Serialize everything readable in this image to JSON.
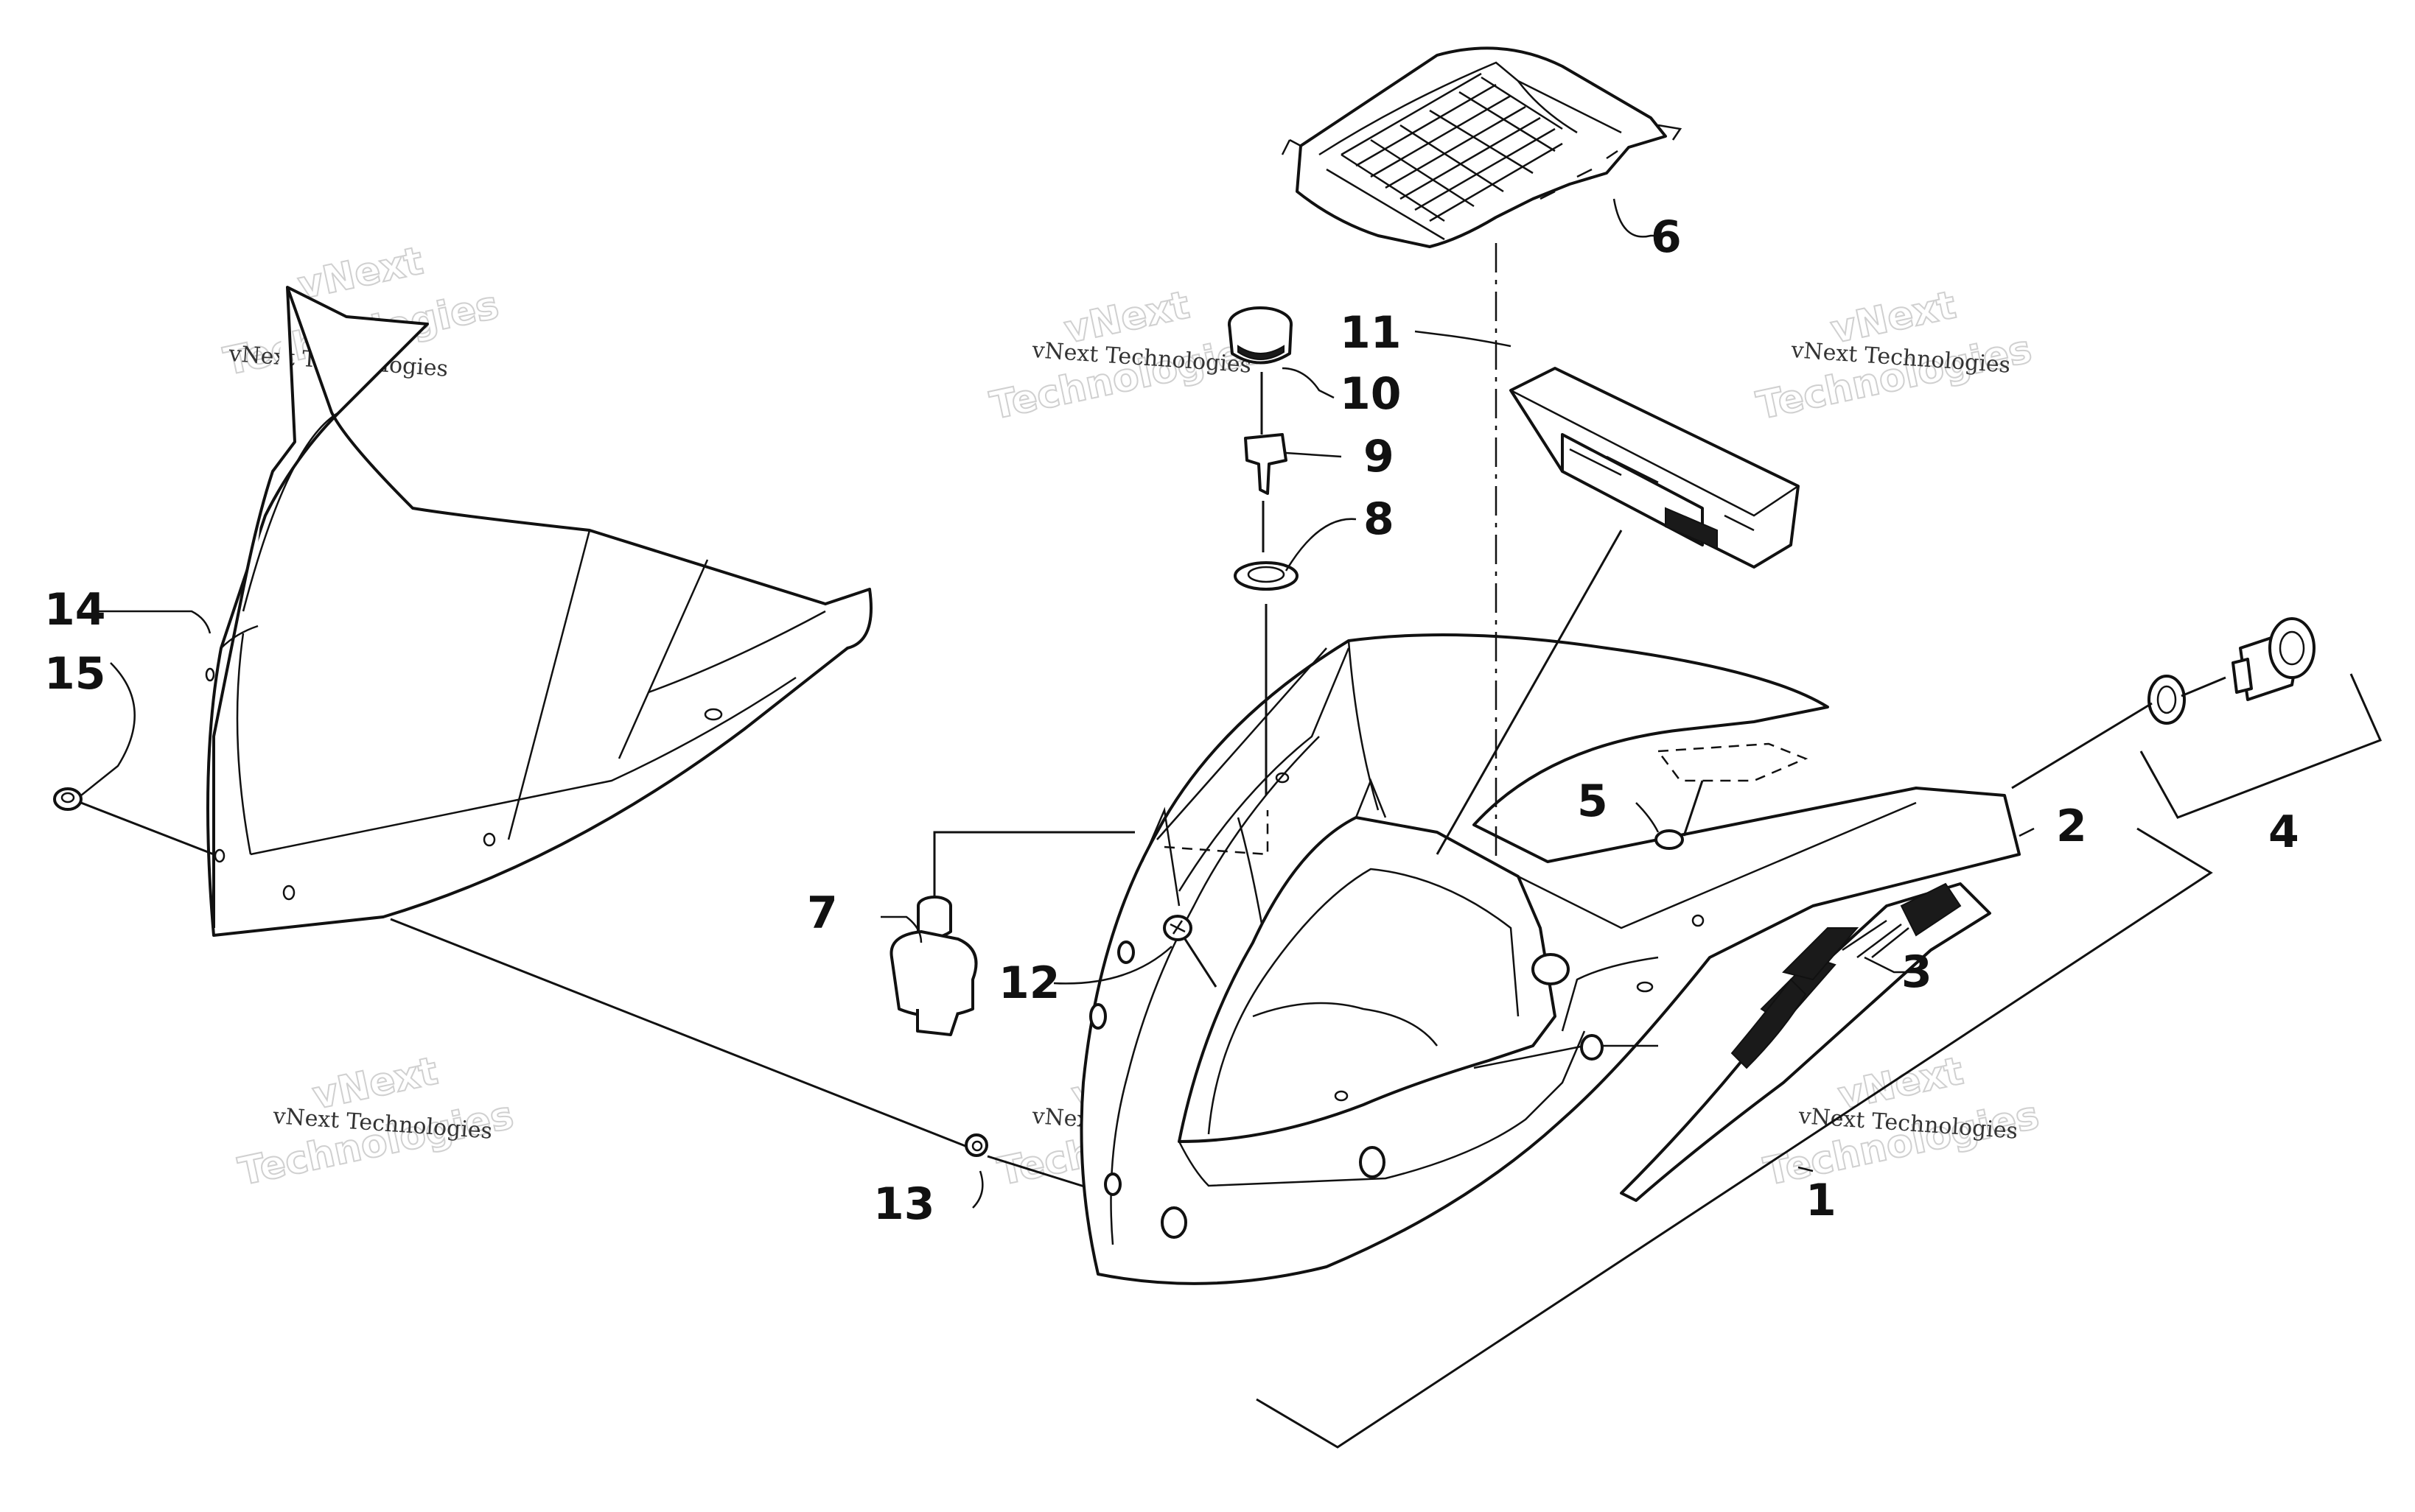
{
  "diagram": {
    "callouts": [
      {
        "id": "1",
        "label": "1"
      },
      {
        "id": "2",
        "label": "2"
      },
      {
        "id": "3",
        "label": "3"
      },
      {
        "id": "4",
        "label": "4"
      },
      {
        "id": "5",
        "label": "5"
      },
      {
        "id": "6",
        "label": "6"
      },
      {
        "id": "7",
        "label": "7"
      },
      {
        "id": "8",
        "label": "8"
      },
      {
        "id": "9",
        "label": "9"
      },
      {
        "id": "10",
        "label": "10"
      },
      {
        "id": "11",
        "label": "11"
      },
      {
        "id": "12",
        "label": "12"
      },
      {
        "id": "13",
        "label": "13"
      },
      {
        "id": "14",
        "label": "14"
      },
      {
        "id": "15",
        "label": "15"
      }
    ],
    "watermark": {
      "line1": "vNext Technologies",
      "line2a": "vNext",
      "line2b": "Technologies"
    }
  }
}
